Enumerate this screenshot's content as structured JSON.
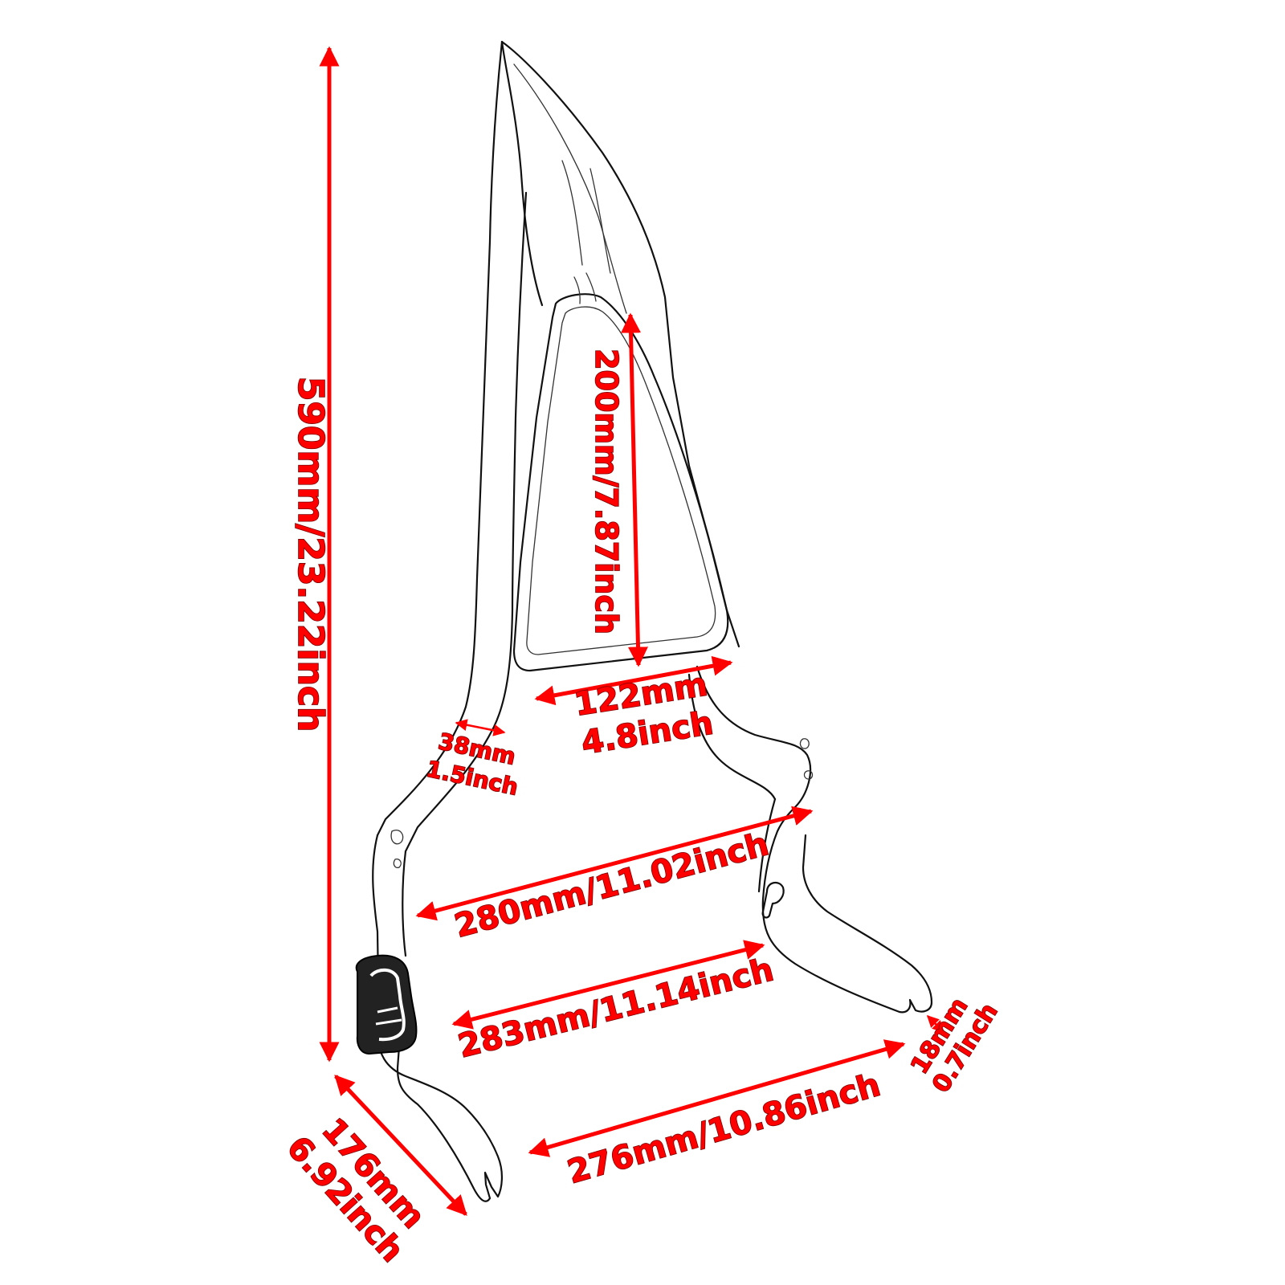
{
  "diagram": {
    "colors": {
      "dimension": "#ff0000",
      "outline": "#111111",
      "background": "#ffffff"
    },
    "dimensions": {
      "total_height": {
        "text": "590mm/23.22inch"
      },
      "pad_height": {
        "text": "200mm/7.87inch"
      },
      "pad_width": {
        "line1": "122mm",
        "line2": "4.8inch"
      },
      "tube_diameter": {
        "line1": "38mm",
        "line2": "1.5inch"
      },
      "upper_width": {
        "text": "280mm/11.02inch"
      },
      "middle_width": {
        "text": "283mm/11.14inch"
      },
      "bottom_width": {
        "text": "276mm/10.86inch"
      },
      "slot_width": {
        "line1": "18mm",
        "line2": "0.7inch"
      },
      "depth": {
        "line1": "176mm",
        "line2": "6.92inch"
      }
    }
  }
}
